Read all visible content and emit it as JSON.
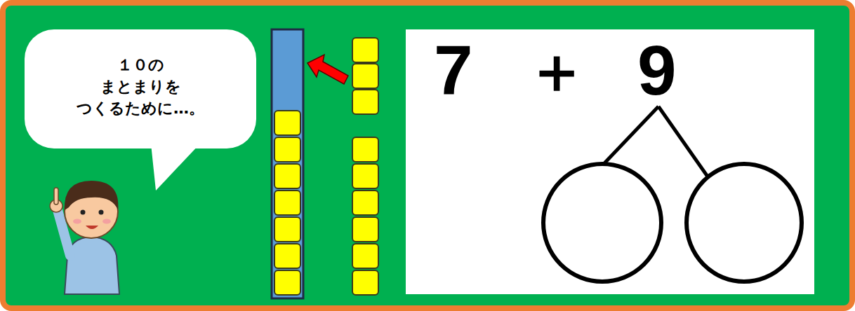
{
  "diagram": {
    "nodes": [
      {
        "text": [
          "１０の まとまりを つくるために…。"
        ]
      },
      {
        "text": [
          "7",
          "＋",
          "9"
        ]
      }
    ]
  }
}
